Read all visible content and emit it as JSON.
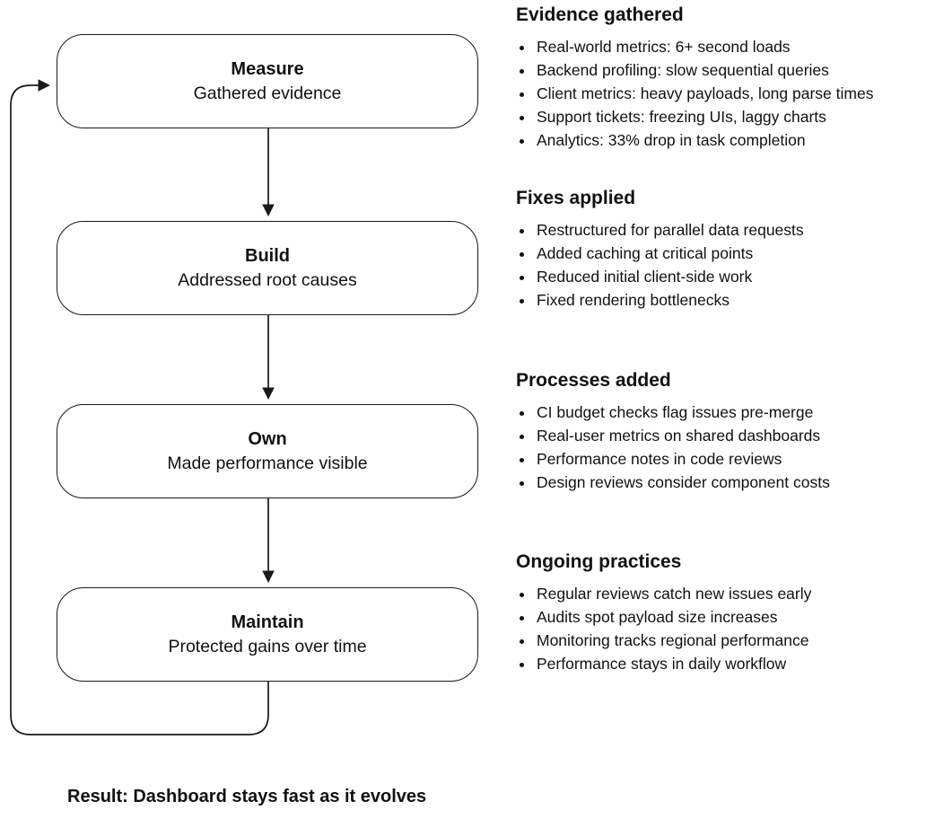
{
  "flow": {
    "nodes": [
      {
        "title": "Measure",
        "subtitle": "Gathered evidence"
      },
      {
        "title": "Build",
        "subtitle": "Addressed root causes"
      },
      {
        "title": "Own",
        "subtitle": "Made performance visible"
      },
      {
        "title": "Maintain",
        "subtitle": "Protected gains over time"
      }
    ],
    "arrow_color": "#1a1a1a"
  },
  "sections": [
    {
      "heading": "Evidence gathered",
      "items": [
        "Real-world metrics: 6+ second loads",
        "Backend profiling: slow sequential queries",
        "Client metrics: heavy payloads, long parse times",
        "Support tickets: freezing UIs, laggy charts",
        "Analytics: 33% drop in task completion"
      ]
    },
    {
      "heading": "Fixes applied",
      "items": [
        "Restructured for parallel data requests",
        "Added caching at critical points",
        "Reduced initial client-side work",
        "Fixed rendering bottlenecks"
      ]
    },
    {
      "heading": "Processes added",
      "items": [
        "CI budget checks flag issues pre-merge",
        "Real-user metrics on shared dashboards",
        "Performance notes in code reviews",
        "Design reviews consider component costs"
      ]
    },
    {
      "heading": "Ongoing practices",
      "items": [
        "Regular reviews catch new issues early",
        "Audits spot payload size increases",
        "Monitoring tracks regional performance",
        "Performance stays in daily workflow"
      ]
    }
  ],
  "result": "Result: Dashboard stays fast as it evolves"
}
